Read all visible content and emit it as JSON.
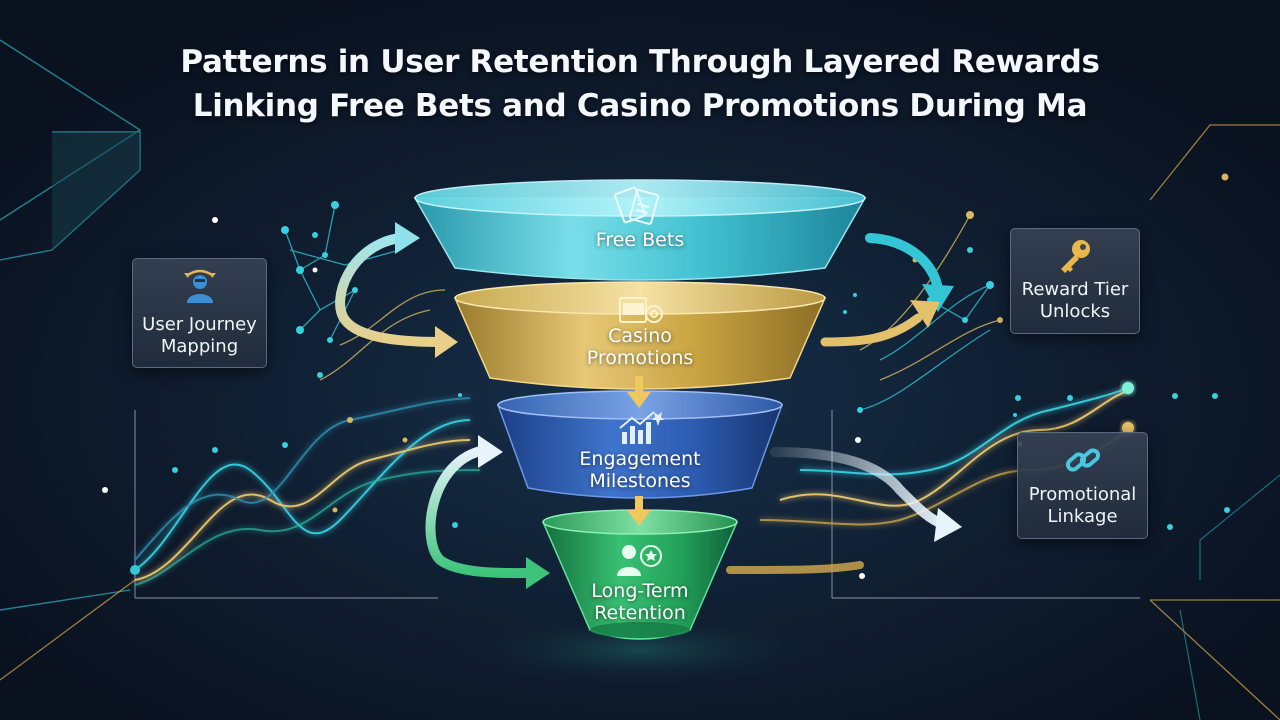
{
  "title": {
    "line1": "Patterns in User Retention Through Layered Rewards",
    "line2": "Linking Free Bets and Casino Promotions During Ma"
  },
  "funnel": {
    "stages": [
      {
        "label": "Free Bets",
        "icon": "ticket-icon",
        "color": "#3fc6d6"
      },
      {
        "label": "Casino\nPromotions",
        "icon": "slot-machine-icon",
        "color": "#c9a442"
      },
      {
        "label": "Engagement\nMilestones",
        "icon": "growth-chart-icon",
        "color": "#2f5fb3"
      },
      {
        "label": "Long-Term\nRetention",
        "icon": "user-badge-icon",
        "color": "#27a860"
      }
    ]
  },
  "side_cards": {
    "journey": {
      "label": "User Journey\nMapping",
      "icon": "user-journey-icon"
    },
    "reward": {
      "label": "Reward Tier\nUnlocks",
      "icon": "key-icon"
    },
    "linkage": {
      "label": "Promotional\nLinkage",
      "icon": "chain-link-icon"
    }
  },
  "colors": {
    "background": "#0d1626",
    "cyan": "#3fc6d6",
    "gold": "#e3c16a",
    "blue": "#2f5fb3",
    "green": "#27a860"
  }
}
